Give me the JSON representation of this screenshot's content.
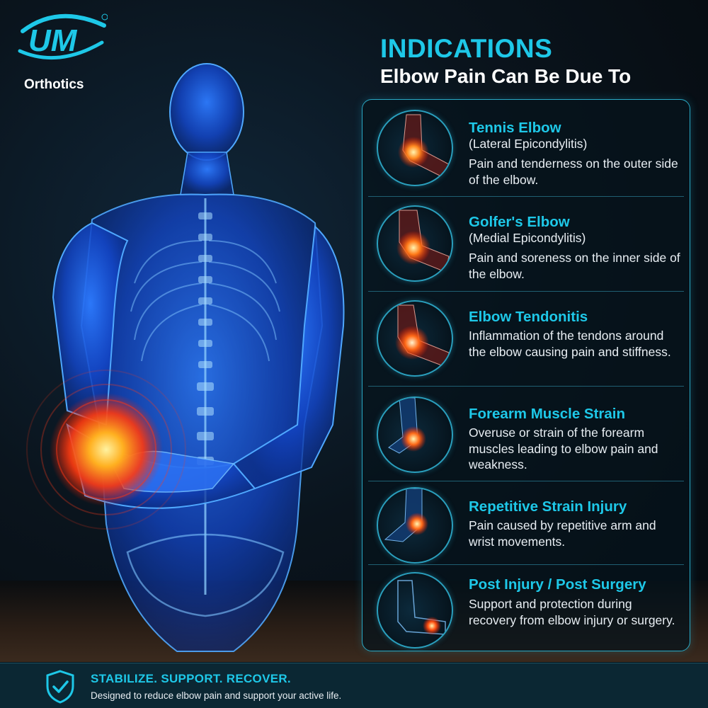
{
  "brand": {
    "logo_letters": "UM",
    "name": "Orthotics"
  },
  "header": {
    "title": "INDICATIONS",
    "subtitle": "Elbow Pain Can Be Due To"
  },
  "indications": [
    {
      "title": "Tennis Elbow",
      "sub": "(Lateral Epicondylitis)",
      "desc": "Pain and tenderness on the outer side of the elbow."
    },
    {
      "title": "Golfer's Elbow",
      "sub": "(Medial Epicondylitis)",
      "desc": "Pain and soreness on the inner side of the elbow."
    },
    {
      "title": "Elbow Tendonitis",
      "sub": "",
      "desc": "Inflammation of the tendons around the elbow causing pain and stiffness."
    },
    {
      "title": "Forearm Muscle Strain",
      "sub": "",
      "desc": "Overuse or strain of the forearm muscles leading to elbow pain and weakness."
    },
    {
      "title": "Repetitive Strain Injury",
      "sub": "",
      "desc": "Pain caused by repetitive arm and wrist movements."
    },
    {
      "title": "Post Injury / Post Surgery",
      "sub": "",
      "desc": "Support and protection during recovery from elbow injury or surgery."
    }
  ],
  "footer": {
    "title": "STABILIZE. SUPPORT. RECOVER.",
    "subtitle": "Designed to reduce elbow pain and support your active life."
  },
  "colors": {
    "accent": "#1ec8e8",
    "pain": "#ff4a1a",
    "body_glow": "#1f6fff"
  },
  "icons": [
    "shield-check-icon",
    "registered-mark-icon"
  ]
}
